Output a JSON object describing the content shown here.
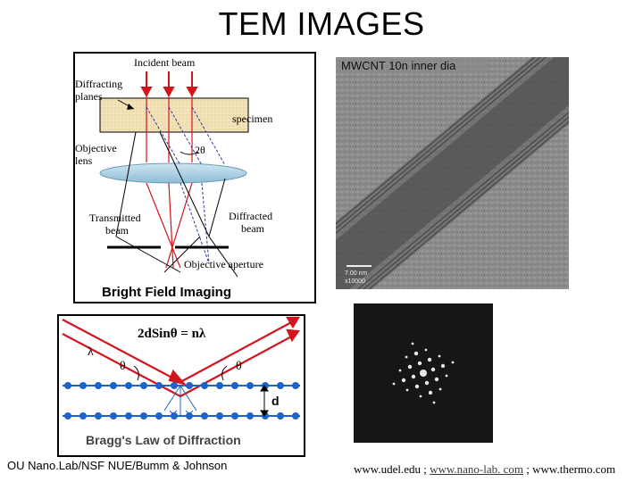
{
  "page_title": "TEM IMAGES",
  "bright_field": {
    "caption": "Bright Field Imaging",
    "labels": {
      "incident_beam": "Incident beam",
      "diffracting_planes_1": "Diffracting",
      "diffracting_planes_2": "planes",
      "specimen": "specimen",
      "objective_lens_1": "Objective",
      "objective_lens_2": "lens",
      "two_theta": "2θ",
      "transmitted_beam_1": "Transmitted",
      "transmitted_beam_2": "beam",
      "diffracted_beam_1": "Diffracted",
      "diffracted_beam_2": "beam",
      "objective_aperture": "Objective aperture"
    }
  },
  "tem_micrograph": {
    "label": "MWCNT 10n inner dia",
    "scale_bar_1": "7.00 nm",
    "scale_bar_2": "x10000"
  },
  "bragg": {
    "equation": "2dSinθ = nλ",
    "lambda_label": "λ",
    "theta_left": "θ",
    "theta_right": "θ",
    "d_label": "d",
    "caption": "Bragg's Law of Diffraction"
  },
  "footer": {
    "credit": "OU Nano.Lab/NSF NUE/Bumm & Johnson",
    "source_1": "www.udel.edu ; ",
    "source_link": "www.nano-lab. com",
    "source_2": " ; www.thermo.com"
  },
  "colors": {
    "beam_red": "#d4141c",
    "lattice_blue": "#1e64c8",
    "specimen_fill": "#f3e2b8"
  }
}
